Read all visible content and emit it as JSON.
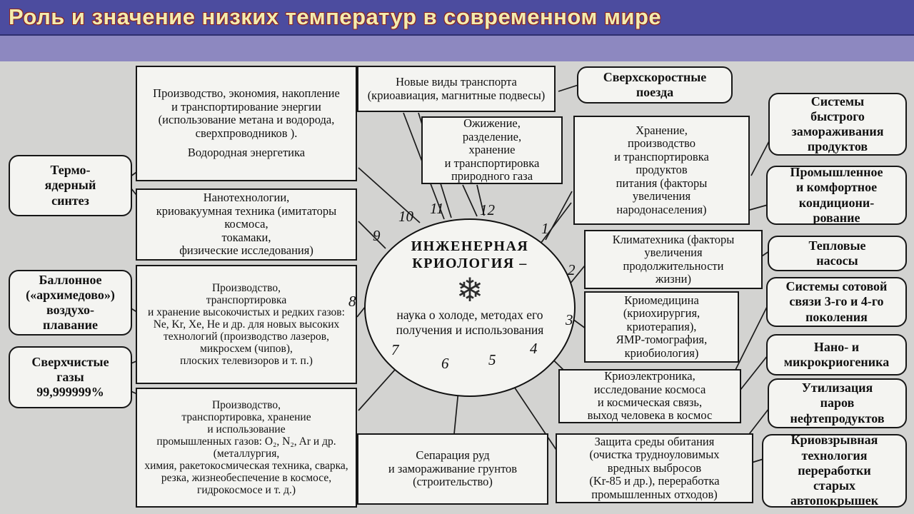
{
  "title": "Роль и значение низких температур в современном мире",
  "center": {
    "heading": "ИНЖЕНЕРНАЯ КРИОЛОГИЯ –",
    "snowflake": "❄",
    "description": "наука о холоде, методах его получения и использования"
  },
  "branches": [
    "1",
    "2",
    "3",
    "4",
    "5",
    "6",
    "7",
    "8",
    "9",
    "10",
    "11",
    "12"
  ],
  "nodes": {
    "energy_main": "Производство, экономия, накопление\nи транспортирование энергии (использование метана и водорода, сверхпроводников ).",
    "energy_sub": "Водородная энергетика",
    "thermonuclear": "Термо-\nядерный\nсинтез",
    "nanotech": "Нанотехнологии,\nкриовакуумная техника (имитаторы космоса,\nтокамаки,\nфизические исследования)",
    "balloon": "Баллонное\n(«архимедово»)\nвоздухо-\nплавание",
    "pure_gases": "Сверхчистые\nгазы\n99,999999%",
    "high_purity": "Производство,\nтранспортировка\nи хранение высокочистых и редких газов: Ne, Kr, Xe, He и др. для новых высоких технологий (производство лазеров, микросхем (чипов),\nплоских телевизоров и т. п.)",
    "industrial_gases": "Производство,\nтранспортировка, хранение\nи использование\nпромышленных газов: O₂, N₂, Ar и др. (металлургия,\nхимия, ракетокосмическая техника, сварка, резка, жизнеобеспечение в космосе,\nгидрокосмосе и т. д.)",
    "new_transport": "Новые виды транспорта (криоавиация, магнитные подвесы)",
    "liquefaction": "Ожижение,\nразделение,\nхранение\nи транспортировка\nприродного газа",
    "superfast_trains": "Сверхскоростные\nпоезда",
    "food": "Хранение,\nпроизводство\nи транспортировка\nпродуктов\nпитания (факторы\nувеличения\nнародонаселения)",
    "fast_freezing": "Системы\nбыстрого\nзамораживания\nпродуктов",
    "air_conditioning": "Промышленное\nи комфортное\nкондициони-\nрование",
    "climate": "Климатехника (факторы\nувеличения\nпродолжительности\nжизни)",
    "heat_pumps": "Тепловые\nнасосы",
    "cryomedicine": "Криомедицина\n(криохирургия,\nкриотерапия),\nЯМР-томография,\nкриобиология)",
    "cellular": "Системы сотовой\nсвязи 3-го и 4-го\nпоколения",
    "nano_cryogenics": "Нано- и\nмикрокриогеника",
    "cryoelectronics": "Криоэлектроника,\nисследование космоса\nи космическая связь,\nвыход человека в космос",
    "environment": "Защита среды обитания\n(очистка трудноуловимых\nвредных выбросов\n(Kr-85 и др.), переработка\nпромышленных отходов)",
    "oil_vapors": "Утилизация\nпаров\nнефтепродуктов",
    "tires": "Криовзрывная\nтехнология\nпереработки\nстарых\nавтопокрышек",
    "ore_separation": "Сепарация руд\nи замораживание грунтов\n(строительство)"
  },
  "colors": {
    "title_bg": "#4c4c9f",
    "band_bg": "#8d88c0",
    "page_bg": "#d3d3d1",
    "title_text": "#f2ecae",
    "line": "#1a1a1a"
  }
}
